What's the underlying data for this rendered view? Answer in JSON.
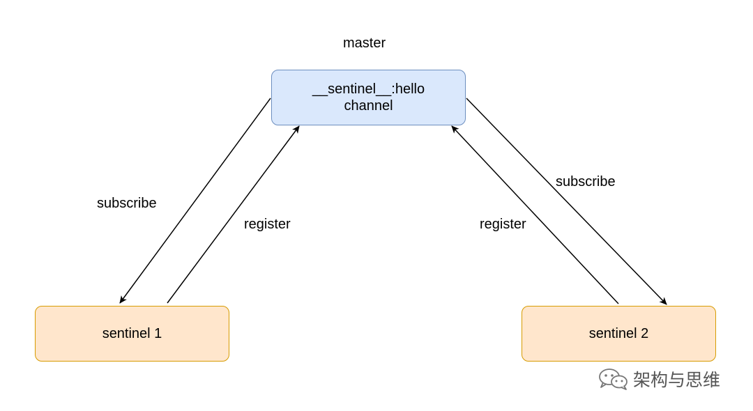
{
  "master": {
    "caption": "master",
    "channel_line1": "__sentinel__:hello",
    "channel_line2": "channel"
  },
  "sentinels": [
    {
      "label": "sentinel 1"
    },
    {
      "label": "sentinel 2"
    }
  ],
  "edges": {
    "left_subscribe": "subscribe",
    "left_register": "register",
    "right_register": "register",
    "right_subscribe": "subscribe"
  },
  "watermark": {
    "icon": "wechat-icon",
    "text": "架构与思维"
  },
  "colors": {
    "master_fill": "#dae8fc",
    "master_border": "#6c8ebf",
    "sentinel_fill": "#ffe6cc",
    "sentinel_border": "#d79b00"
  }
}
